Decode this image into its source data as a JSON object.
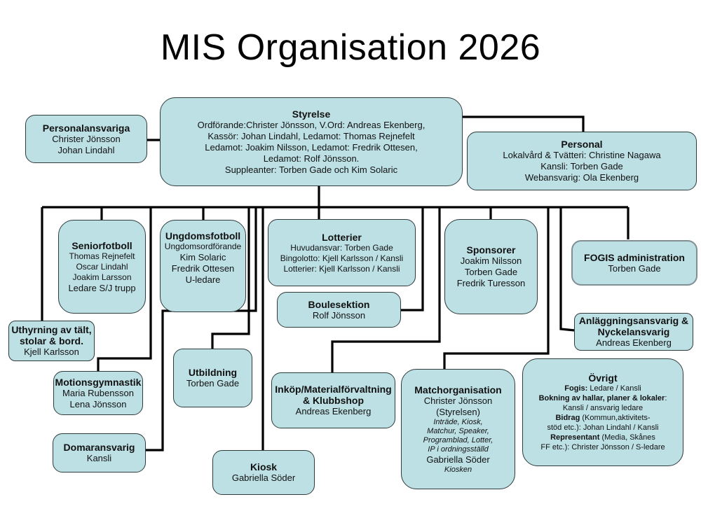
{
  "title": "MIS Organisation 2026",
  "boxes": {
    "styrelse": {
      "heading": "Styrelse",
      "lines": [
        "Ordförande:Christer Jönsson, V.Ord: Andreas Ekenberg,",
        "Kassör: Johan Lindahl, Ledamot: Thomas Rejnefelt",
        "Ledamot: Joakim Nilsson, Ledamot: Fredrik Ottesen,",
        "Ledamot: Rolf Jönsson.",
        "Suppleanter: Torben Gade och Kim Solaric"
      ]
    },
    "personalansvariga": {
      "heading": "Personalansvariga",
      "lines": [
        "Christer Jönsson",
        "Johan Lindahl"
      ]
    },
    "personal": {
      "heading": "Personal",
      "lines": [
        "Lokalvård & Tvätteri: Christine Nagawa",
        "Kansli: Torben Gade",
        "Webansvarig: Ola Ekenberg"
      ]
    },
    "seniorfotboll": {
      "heading": "Seniorfotboll",
      "lines": [
        "Thomas Rejnefelt",
        "Oscar Lindahl",
        "Joakim Larsson",
        "Ledare S/J trupp"
      ]
    },
    "ungdomsfotboll": {
      "heading": "Ungdomsfotboll",
      "lines": [
        "Ungdomsordförande",
        "Kim Solaric",
        "Fredrik Ottesen",
        "U-ledare"
      ]
    },
    "lotterier": {
      "heading": "Lotterier",
      "lines": [
        "Huvudansvar: Torben Gade",
        "Bingolotto: Kjell Karlsson / Kansli",
        "Lotterier: Kjell Karlsson / Kansli"
      ]
    },
    "boulesektion": {
      "heading": "Boulesektion",
      "lines": [
        "Rolf Jönsson"
      ]
    },
    "sponsorer": {
      "heading": "Sponsorer",
      "lines": [
        "Joakim Nilsson",
        "Torben Gade",
        "Fredrik Turesson"
      ]
    },
    "fogis": {
      "heading": "FOGIS administration",
      "lines": [
        "Torben Gade"
      ]
    },
    "anlaggning": {
      "heading_lines": [
        "Anläggningsansvarig &",
        "Nyckelansvarig"
      ],
      "lines": [
        "Andreas Ekenberg"
      ]
    },
    "uthyrning": {
      "heading_lines": [
        "Uthyrning av tält,",
        "stolar & bord."
      ],
      "lines": [
        "Kjell Karlsson"
      ]
    },
    "motionsgymnastik": {
      "heading": "Motionsgymnastik",
      "lines": [
        "Maria Rubensson",
        "Lena Jönsson"
      ]
    },
    "utbildning": {
      "heading": "Utbildning",
      "lines": [
        "Torben Gade"
      ]
    },
    "inkop": {
      "heading_lines": [
        "Inköp/Materialförvaltning",
        "& Klubbshop"
      ],
      "lines": [
        "Andreas Ekenberg"
      ]
    },
    "matchorganisation": {
      "heading": "Matchorganisation",
      "lines": [
        "Christer Jönsson",
        "(Styrelsen)"
      ],
      "italic_lines": [
        "Inträde, Kiosk,",
        "Matchur, Speaker,",
        "Programblad, Lotter,",
        "IP i ordningsställd"
      ],
      "name2": "Gabriella Söder",
      "italic2": "Kiosken"
    },
    "ovrigt": {
      "heading": "Övrigt",
      "rows": [
        {
          "bold": "Fogis:",
          "text": " Ledare / Kansli"
        },
        {
          "bold": "Bokning av hallar, planer & lokaler",
          "text": ":"
        },
        {
          "bold": "",
          "text": "Kansli / ansvarig ledare"
        },
        {
          "bold": "Bidrag",
          "text": " (Kommun,aktivitets-"
        },
        {
          "bold": "",
          "text": "stöd etc.): Johan Lindahl / Kansli"
        },
        {
          "bold": "Representant",
          "text": " (Media, Skånes"
        },
        {
          "bold": "",
          "text": "FF etc.): Christer Jönsson / S-ledare"
        }
      ]
    },
    "domaransvarig": {
      "heading": "Domaransvarig",
      "lines": [
        "Kansli"
      ]
    },
    "kiosk": {
      "heading": "Kiosk",
      "lines": [
        "Gabriella Söder"
      ]
    }
  }
}
